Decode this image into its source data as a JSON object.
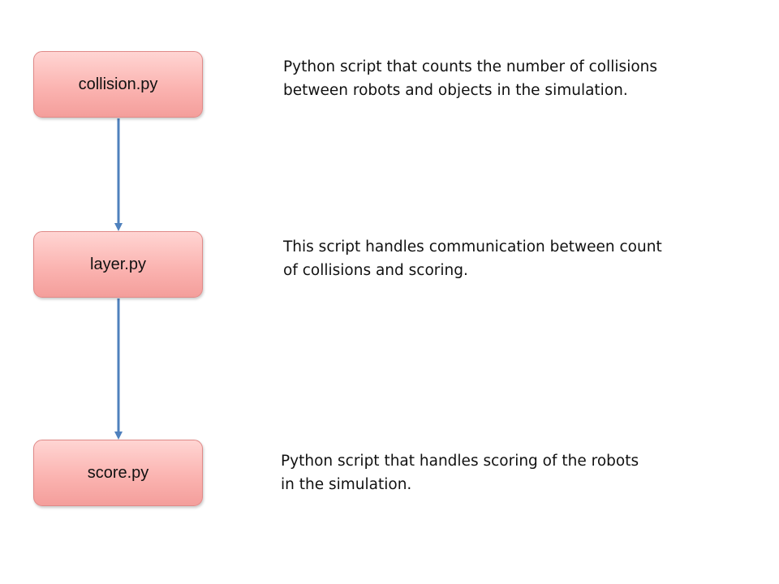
{
  "nodes": [
    {
      "label": "collision.py",
      "description": [
        "Python script that counts the number of collisions",
        "between robots and objects in the simulation."
      ]
    },
    {
      "label": "layer.py",
      "description": [
        "This script handles communication between count",
        "of collisions and scoring."
      ]
    },
    {
      "label": "score.py",
      "description": [
        "Python script that handles scoring of the robots",
        "in the simulation."
      ]
    }
  ],
  "edges": [
    {
      "from": "collision.py",
      "to": "layer.py"
    },
    {
      "from": "layer.py",
      "to": "score.py"
    }
  ],
  "colors": {
    "node_fill": "#fbb4b1",
    "node_border": "#e08a88",
    "arrow": "#4f81bd",
    "text": "#111111"
  }
}
